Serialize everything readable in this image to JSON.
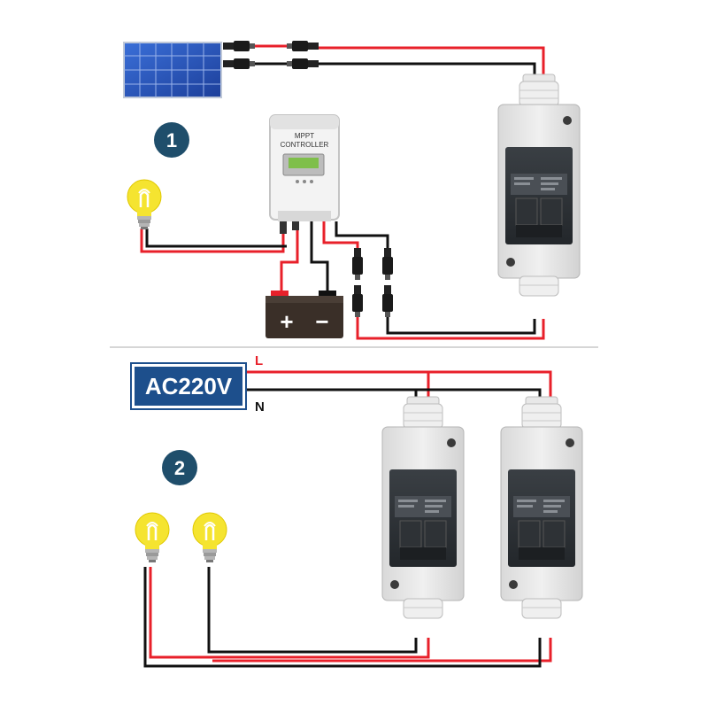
{
  "section1": {
    "step_number": "1",
    "controller": {
      "line1": "MPPT",
      "line2": "CONTROLLER"
    },
    "battery": {
      "plus": "+",
      "minus": "−"
    }
  },
  "section2": {
    "step_number": "2",
    "source_label": "AC220V",
    "live_label": "L",
    "neutral_label": "N"
  },
  "colors": {
    "live_wire": "#e8202a",
    "neutral_wire": "#111111",
    "badge": "#1f4e6b",
    "source_box": "#1d4f8c",
    "bulb": "#f5e430",
    "enclosure": "#e6e6e6"
  },
  "icons": [
    "solar-panel-icon",
    "mc4-connector-icon",
    "lightbulb-icon",
    "battery-icon",
    "mppt-controller-icon",
    "dc-isolator-switch-icon"
  ]
}
